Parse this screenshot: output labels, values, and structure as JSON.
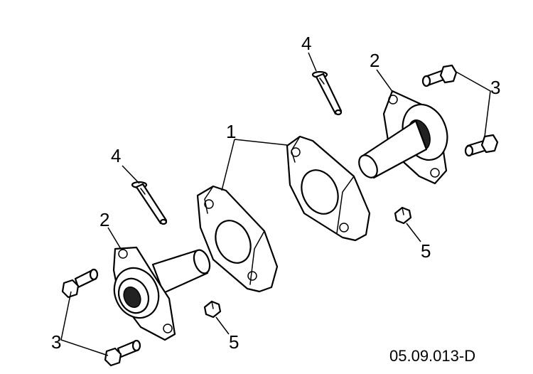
{
  "callouts": {
    "spacer": "1",
    "bearing_upper": "2",
    "bearing_lower": "2",
    "bolts_upper": "3",
    "bolts_lower": "3",
    "pin_upper": "4",
    "pin_left": "4",
    "nut_right": "5",
    "nut_bottom": "5"
  },
  "figure_id": "05.09.013-D",
  "icons": [
    "flange-bearing-icon",
    "spacer-plate-icon",
    "flange-bolt-icon",
    "pin-icon",
    "nut-icon"
  ]
}
